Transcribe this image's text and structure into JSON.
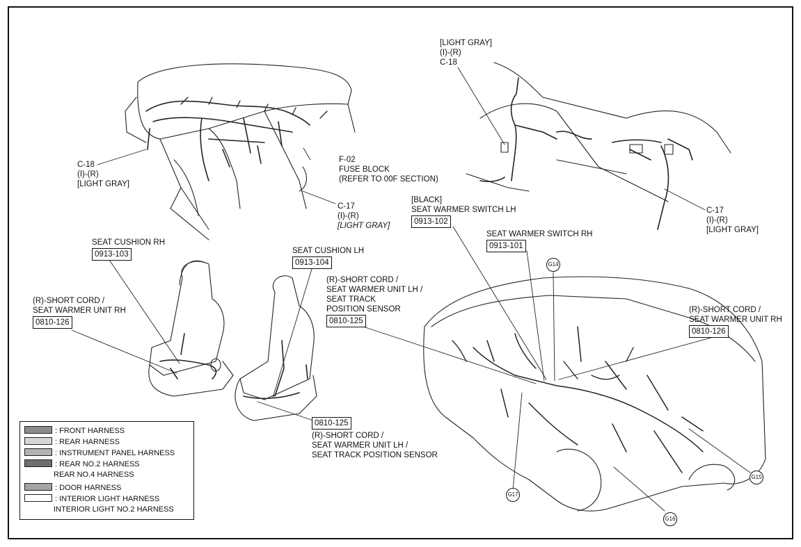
{
  "labels": {
    "c18_top": [
      "[LIGHT GRAY]",
      "(I)-(R)",
      "C-18"
    ],
    "c18_left": [
      "C-18",
      "(I)-(R)",
      "[LIGHT GRAY]"
    ],
    "f02": [
      "F-02",
      "FUSE BLOCK",
      "(REFER TO 00F SECTION)"
    ],
    "c17_left": [
      "C-17",
      "(I)-(R)",
      "[LIGHT GRAY]"
    ],
    "c17_right": [
      "C-17",
      "(I)-(R)",
      "[LIGHT GRAY]"
    ],
    "seat_cushion_rh": "SEAT CUSHION RH",
    "seat_cushion_lh": "SEAT CUSHION LH",
    "short_cord_rh_left": [
      "(R)-SHORT CORD /",
      "SEAT WARMER UNIT RH"
    ],
    "short_cord_lh_mid": [
      "(R)-SHORT CORD /",
      "SEAT WARMER UNIT LH /",
      "SEAT TRACK",
      "POSITION SENSOR"
    ],
    "short_cord_lh_bottom": [
      "(R)-SHORT CORD /",
      "SEAT WARMER UNIT LH /",
      "SEAT TRACK POSITION SENSOR"
    ],
    "seat_warmer_switch_lh": [
      "[BLACK]",
      "SEAT WARMER SWITCH LH"
    ],
    "seat_warmer_switch_rh": "SEAT WARMER SWITCH RH",
    "short_cord_rh_right": [
      "(R)-SHORT CORD /",
      "SEAT WARMER UNIT RH"
    ]
  },
  "codes": {
    "c0913_103": "0913-103",
    "c0913_104": "0913-104",
    "c0810_126_left": "0810-126",
    "c0810_125_mid": "0810-125",
    "c0810_125_bottom": "0810-125",
    "c0913_102": "0913-102",
    "c0913_101": "0913-101",
    "c0810_126_right": "0810-126"
  },
  "grounds": {
    "g14": "G14",
    "g15": "G15",
    "g16": "G16",
    "g17": "G17"
  },
  "legend": {
    "items": [
      {
        "label": ": FRONT HARNESS",
        "color": "#8c8c8c"
      },
      {
        "label": ": REAR HARNESS",
        "color": "#d6d6d6"
      },
      {
        "label": ": INSTRUMENT PANEL HARNESS",
        "color": "#b2b2b2"
      },
      {
        "label": ": REAR NO.2 HARNESS",
        "color": "#6e6e6e"
      },
      {
        "label": "REAR NO.4 HARNESS",
        "color": ""
      },
      {
        "label": ": DOOR HARNESS",
        "color": "#a4a4a4"
      },
      {
        "label": ": INTERIOR LIGHT HARNESS",
        "color": "#ffffff"
      },
      {
        "label": "INTERIOR LIGHT NO.2 HARNESS",
        "color": ""
      }
    ]
  }
}
